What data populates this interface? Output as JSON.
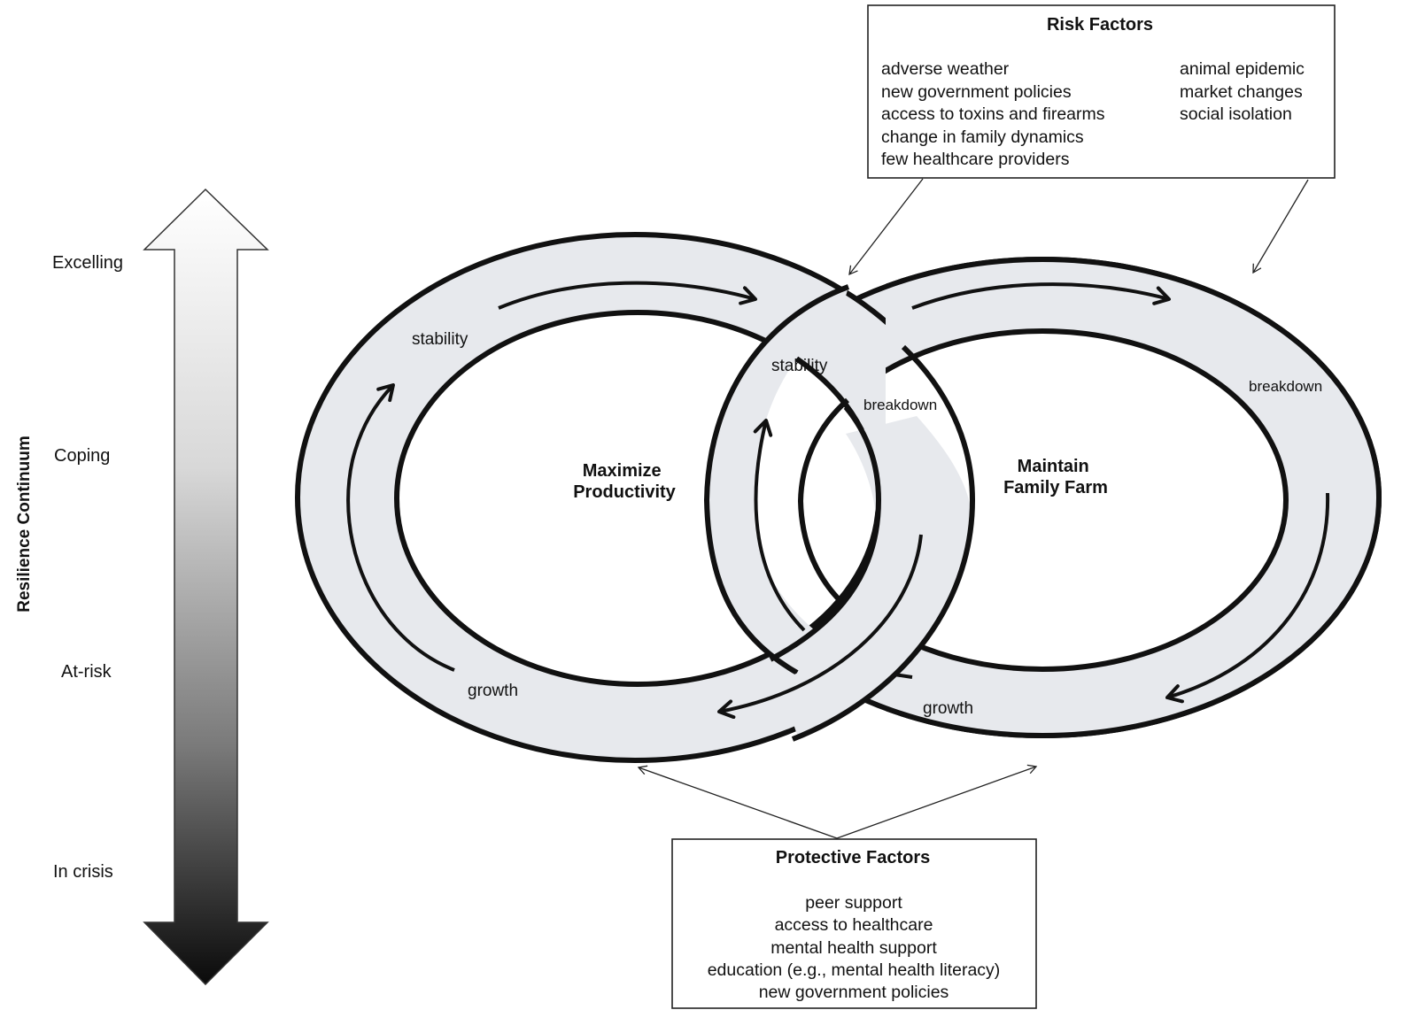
{
  "continuum": {
    "axis_title": "Resilience Continuum",
    "levels": [
      "Excelling",
      "Coping",
      "At-risk",
      "In crisis"
    ]
  },
  "risk_box": {
    "title": "Risk Factors",
    "col1": [
      "adverse weather",
      "new government policies",
      "access to toxins and firearms",
      "change in family dynamics",
      "few healthcare providers"
    ],
    "col2": [
      "animal epidemic",
      "market changes",
      "social isolation"
    ]
  },
  "protective_box": {
    "title": "Protective Factors",
    "items": [
      "peer support",
      "access to healthcare",
      "mental health support",
      "education (e.g., mental health literacy)",
      "new government policies"
    ]
  },
  "left_ring": {
    "center": [
      "Maximize",
      "Productivity"
    ],
    "stability": "stability",
    "growth": "growth"
  },
  "right_ring": {
    "center": [
      "Maintain",
      "Family Farm"
    ],
    "stability": "stability",
    "breakdown_inner": "breakdown",
    "breakdown_outer": "breakdown",
    "growth": "growth"
  },
  "colors": {
    "ring_fill": "#e7e9ed",
    "stroke": "#111111"
  }
}
